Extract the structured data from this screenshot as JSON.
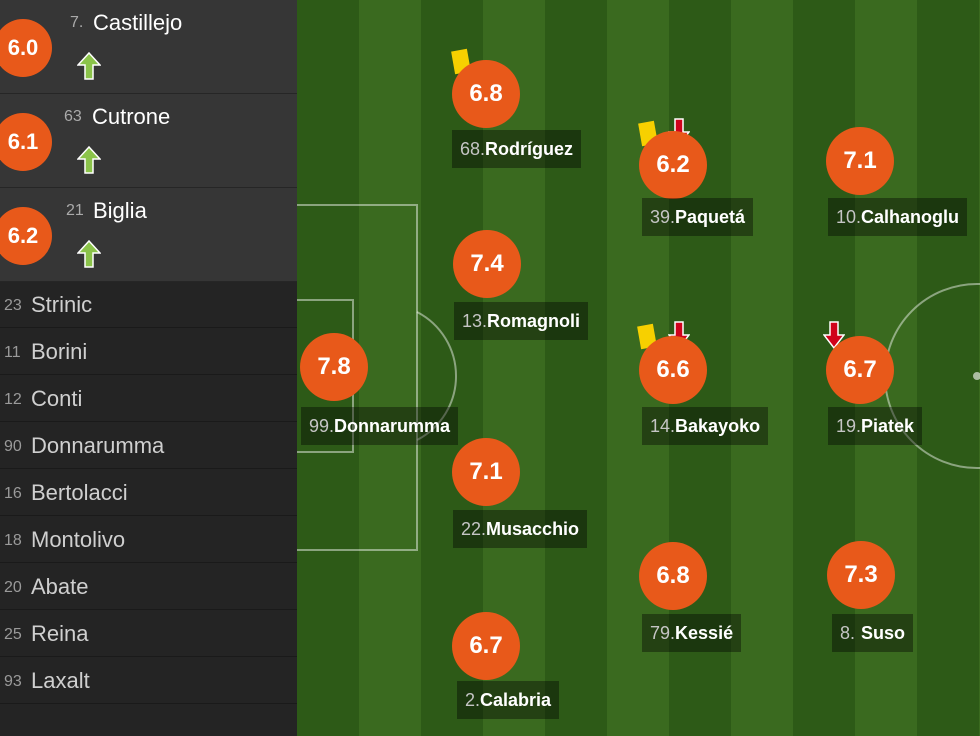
{
  "substitutes_in": [
    {
      "rating": "6.0",
      "number": "7.",
      "name": "Castillejo"
    },
    {
      "rating": "6.1",
      "number": "63",
      "name": "Cutrone"
    },
    {
      "rating": "6.2",
      "number": "21",
      "name": "Biglia"
    }
  ],
  "bench": [
    {
      "number": "23",
      "name": "Strinic"
    },
    {
      "number": "11",
      "name": "Borini"
    },
    {
      "number": "12",
      "name": "Conti"
    },
    {
      "number": "90",
      "name": "Donnarumma"
    },
    {
      "number": "16",
      "name": "Bertolacci"
    },
    {
      "number": "18",
      "name": "Montolivo"
    },
    {
      "number": "20",
      "name": "Abate"
    },
    {
      "number": "25",
      "name": "Reina"
    },
    {
      "number": "93",
      "name": "Laxalt"
    }
  ],
  "players": [
    {
      "rating": "7.8",
      "number": "99.",
      "name": "Donnarumma"
    },
    {
      "rating": "6.8",
      "number": "68.",
      "name": "Rodríguez",
      "yellow_card": true
    },
    {
      "rating": "7.4",
      "number": "13.",
      "name": "Romagnoli"
    },
    {
      "rating": "7.1",
      "number": "22.",
      "name": "Musacchio"
    },
    {
      "rating": "6.7",
      "number": "2.",
      "name": "Calabria"
    },
    {
      "rating": "6.2",
      "number": "39.",
      "name": "Paquetá",
      "yellow_card": true,
      "subbed_off": true
    },
    {
      "rating": "6.6",
      "number": "14.",
      "name": "Bakayoko",
      "yellow_card": true,
      "subbed_off": true
    },
    {
      "rating": "6.8",
      "number": "79.",
      "name": "Kessié"
    },
    {
      "rating": "7.1",
      "number": "10.",
      "name": "Calhanoglu"
    },
    {
      "rating": "6.7",
      "number": "19.",
      "name": "Piatek",
      "subbed_off": true
    },
    {
      "rating": "7.3",
      "number": "8.",
      "name": "Suso"
    }
  ],
  "colors": {
    "rating_badge": "#e8591a",
    "yellow_card": "#f7d000",
    "sub_off_arrow": "#d0021b",
    "sub_on_arrow": "#8bc34a"
  },
  "icons": {
    "sub_on": "green-up-arrow-icon",
    "sub_off": "red-down-arrow-icon",
    "card": "yellow-card-icon"
  }
}
